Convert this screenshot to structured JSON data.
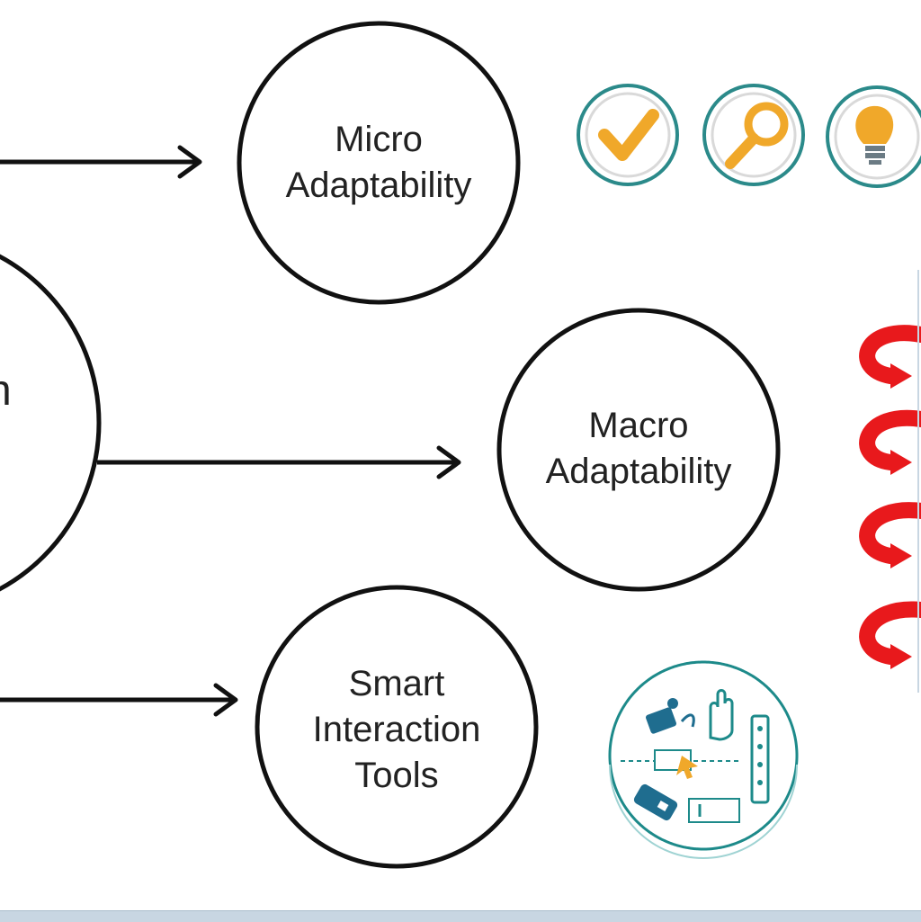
{
  "center_node": {
    "label_fragment": "n"
  },
  "nodes": {
    "micro": {
      "line1": "Micro",
      "line2": "Adaptability"
    },
    "macro": {
      "line1": "Macro",
      "line2": "Adaptability"
    },
    "smart": {
      "line1": "Smart",
      "line2": "Interaction",
      "line3": "Tools"
    }
  },
  "icons": {
    "micro_row": [
      "checkmark-icon",
      "magnifier-icon",
      "lightbulb-icon"
    ],
    "macro_column": [
      "curved-arrow-icon",
      "curved-arrow-icon",
      "curved-arrow-icon",
      "curved-arrow-icon"
    ],
    "smart_tools": "interaction-tools-icon"
  },
  "colors": {
    "line": "#111111",
    "icon_ring": "#2b8a8a",
    "icon_accent": "#f0a82a",
    "arrow_red": "#e8191c",
    "tool_blue": "#1f6d8f",
    "tool_teal": "#1d8a8a",
    "bottom_bar": "#c8d6e2"
  }
}
